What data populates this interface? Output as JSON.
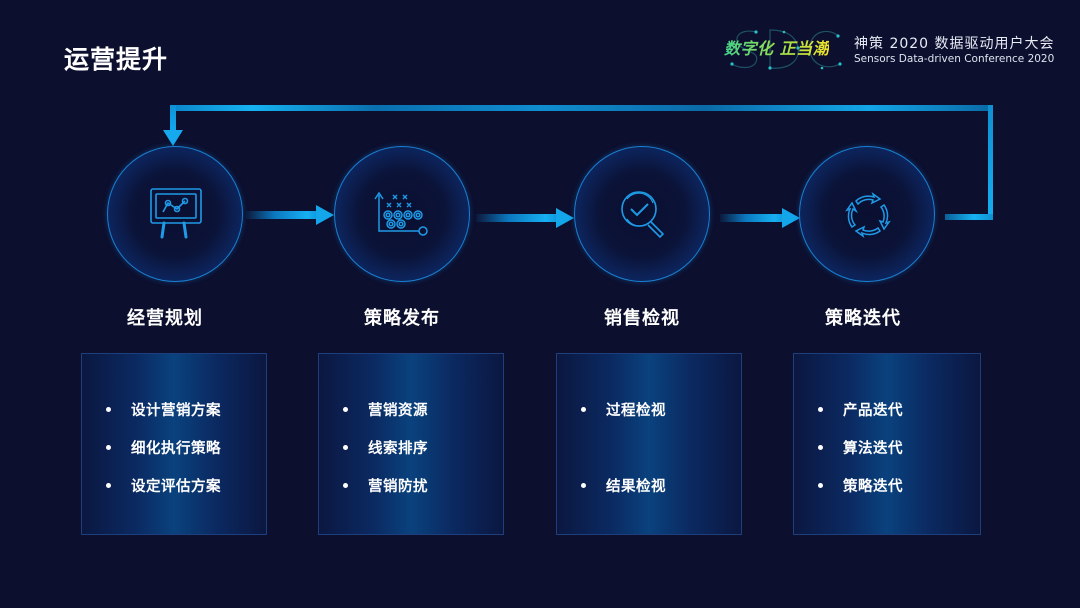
{
  "page": {
    "title": "运营提升"
  },
  "logo": {
    "slogan": "数字化 正当潮",
    "watermark": "SDC",
    "title_cn": "神策 2020 数据驱动用户大会",
    "title_en": "Sensors Data-driven Conference 2020"
  },
  "colors": {
    "background": "#0c0f2e",
    "accent": "#16b0f2",
    "circle_border": "#1a7fd0",
    "box_border": "#1e3f7e",
    "text": "#ffffff"
  },
  "steps": [
    {
      "label": "经营规划",
      "icon": "presentation-chart-icon",
      "items": [
        "设计营销方案",
        "细化执行策略",
        "设定评估方案"
      ]
    },
    {
      "label": "策略发布",
      "icon": "strategy-playbook-icon",
      "items": [
        "营销资源",
        "线索排序",
        "营销防扰"
      ]
    },
    {
      "label": "销售检视",
      "icon": "magnifier-check-icon",
      "items": [
        "过程检视",
        "结果检视"
      ]
    },
    {
      "label": "策略迭代",
      "icon": "cycle-arrows-icon",
      "items": [
        "产品迭代",
        "算法迭代",
        "策略迭代"
      ]
    }
  ]
}
